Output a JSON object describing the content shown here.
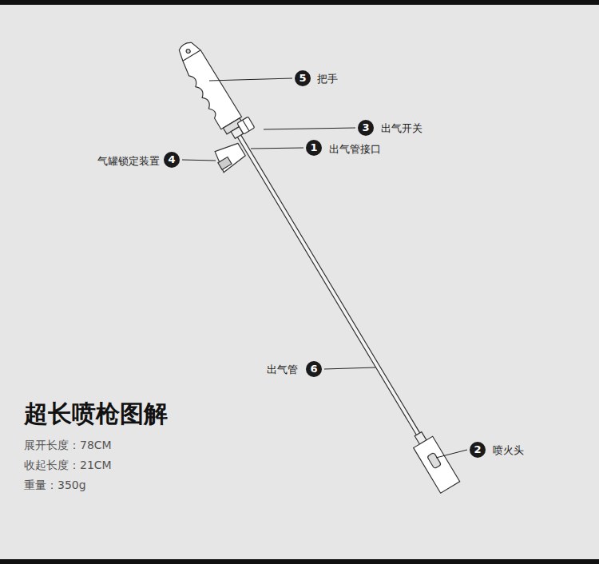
{
  "diagram": {
    "title": "超长喷枪图解",
    "labels": [
      "5",
      "把手",
      "3",
      "出气开关",
      "1",
      "出气管接口",
      "4",
      "气罐锁定装置",
      "6",
      "出气管",
      "2",
      "喷火头",
      "展开长度：78CM",
      "收起长度：21CM",
      "重量：350g"
    ]
  }
}
